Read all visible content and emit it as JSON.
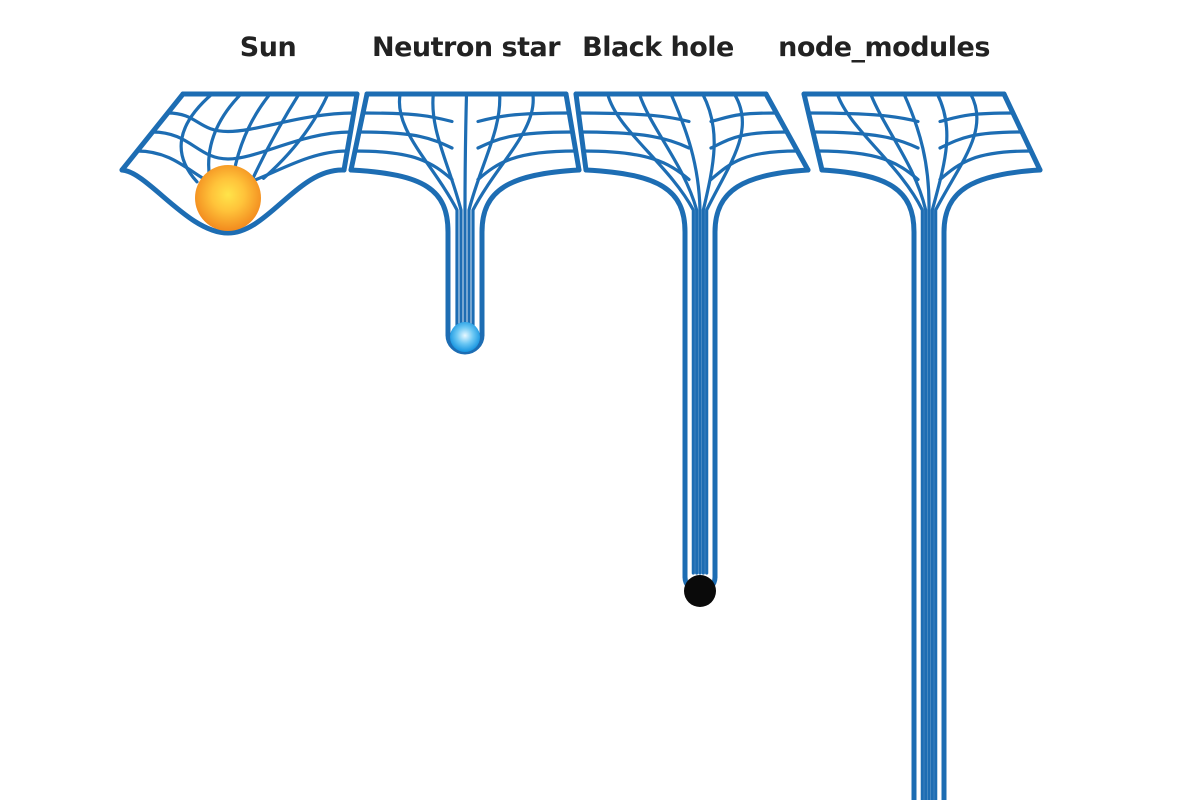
{
  "meme": {
    "panels": [
      {
        "label": "Sun",
        "body": "sun",
        "body_icon": "sun-icon",
        "well_depth": "shallow"
      },
      {
        "label": "Neutron star",
        "body": "neutron-star",
        "body_icon": "neutron-star-icon",
        "well_depth": "deep"
      },
      {
        "label": "Black hole",
        "body": "black-hole",
        "body_icon": "black-hole-icon",
        "well_depth": "very deep"
      },
      {
        "label": "node_modules",
        "body": "none",
        "body_icon": "",
        "well_depth": "bottomless"
      }
    ]
  },
  "colors": {
    "grid": "#1d6db3",
    "background": "#ffffff",
    "sun_core": "#ffe44a",
    "sun_edge": "#f28a1e",
    "neutron_core": "#e8f8ff",
    "neutron_edge": "#1594e0",
    "black_hole": "#0a0a0a",
    "text": "#222222"
  }
}
